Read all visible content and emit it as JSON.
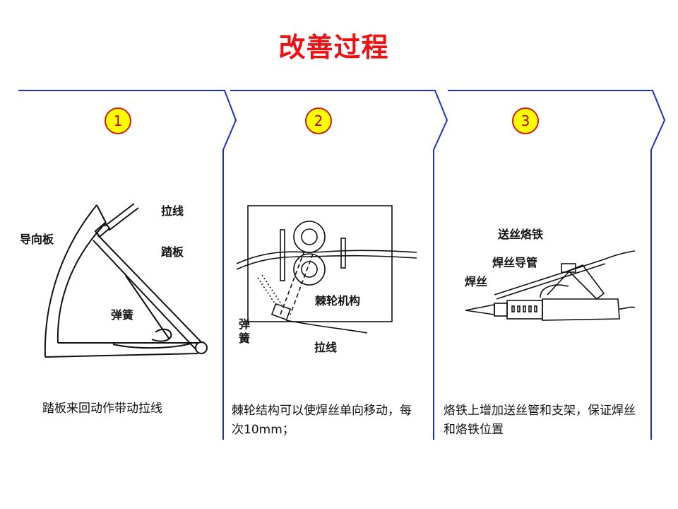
{
  "title": "改善过程",
  "colors": {
    "title": "#ee1111",
    "frame_line": "#1a2fd0",
    "badge_fill": "#ffff00",
    "badge_border": "#d11a1a",
    "badge_text": "#c00000"
  },
  "panels": [
    {
      "number": "1",
      "labels": {
        "guide_plate": "导向板",
        "pull_wire": "拉线",
        "pedal": "踏板",
        "spring": "弹簧"
      },
      "caption": "踏板来回动作带动拉线"
    },
    {
      "number": "2",
      "labels": {
        "ratchet": "棘轮机构",
        "spring": "弹簧",
        "pull_wire": "拉线"
      },
      "caption": "棘轮结构可以使焊丝单向移动，每次10mm；"
    },
    {
      "number": "3",
      "labels": {
        "feeding_iron": "送丝烙铁",
        "wire_tube": "焊丝导管",
        "solder_wire": "焊丝"
      },
      "caption": "烙铁上增加送丝管和支架，保证焊丝和烙铁位置"
    }
  ]
}
